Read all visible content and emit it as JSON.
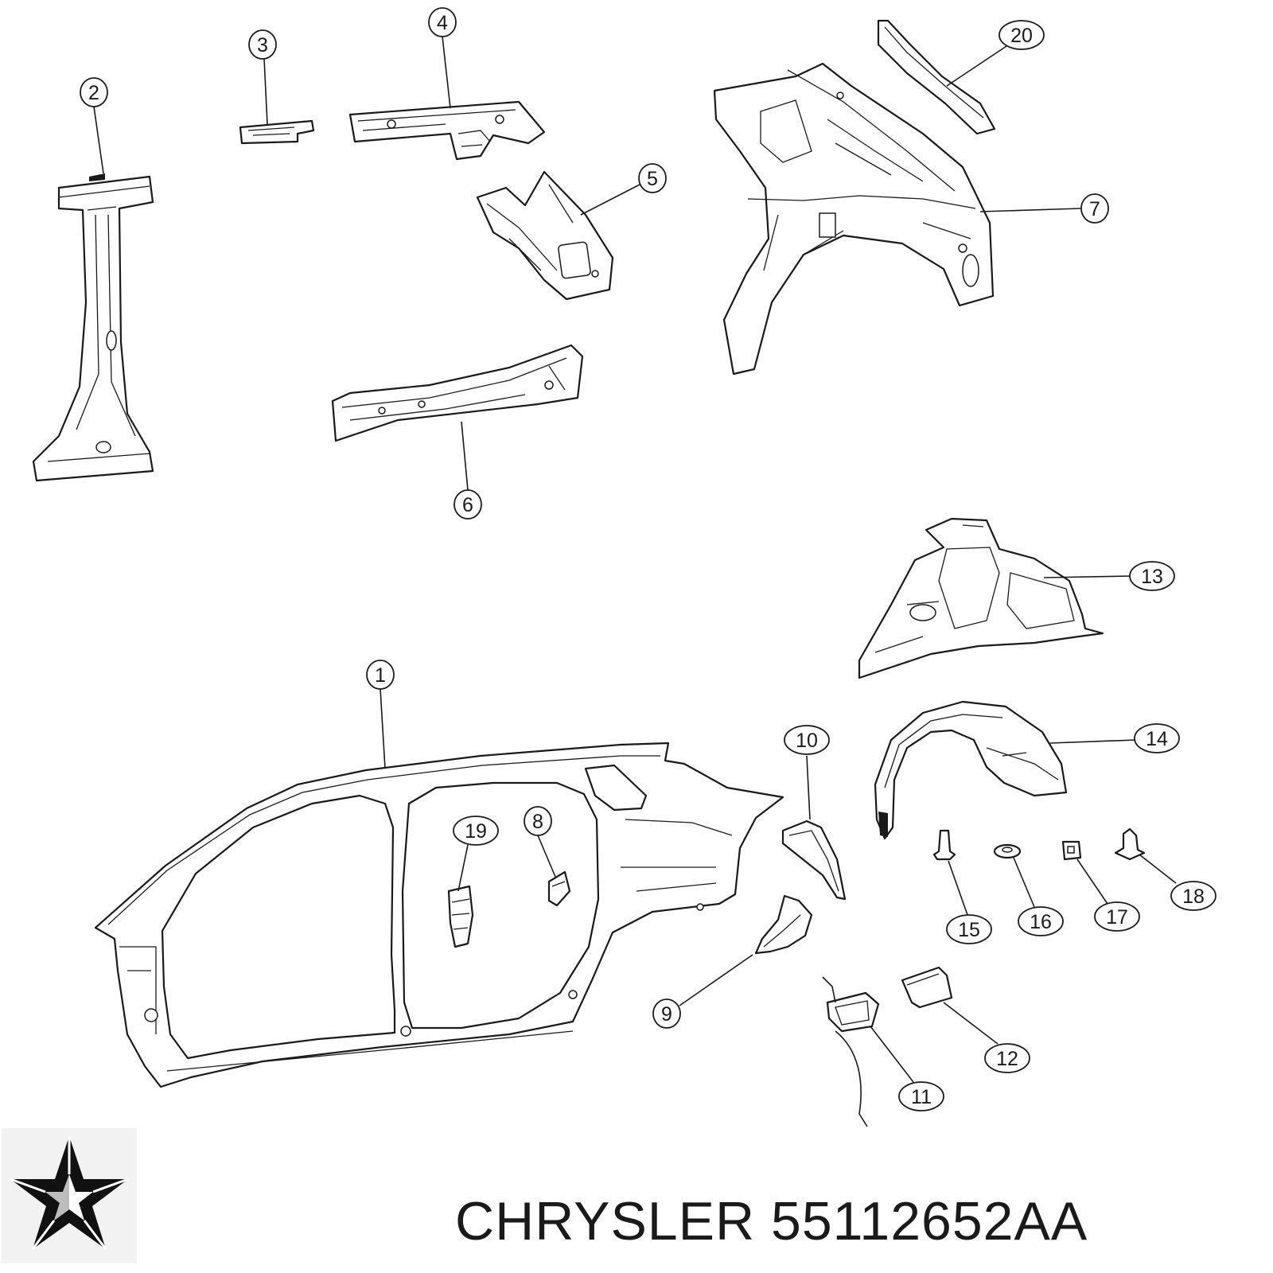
{
  "brand": {
    "name": "CHRYSLER",
    "part_number": "55112652AA",
    "logo_icon": "chrysler-pentastar-icon"
  },
  "callouts": [
    {
      "id": "1",
      "label": "1"
    },
    {
      "id": "2",
      "label": "2"
    },
    {
      "id": "3",
      "label": "3"
    },
    {
      "id": "4",
      "label": "4"
    },
    {
      "id": "5",
      "label": "5"
    },
    {
      "id": "6",
      "label": "6"
    },
    {
      "id": "7",
      "label": "7"
    },
    {
      "id": "8",
      "label": "8"
    },
    {
      "id": "9",
      "label": "9"
    },
    {
      "id": "10",
      "label": "10"
    },
    {
      "id": "11",
      "label": "11"
    },
    {
      "id": "12",
      "label": "12"
    },
    {
      "id": "13",
      "label": "13"
    },
    {
      "id": "14",
      "label": "14"
    },
    {
      "id": "15",
      "label": "15"
    },
    {
      "id": "16",
      "label": "16"
    },
    {
      "id": "17",
      "label": "17"
    },
    {
      "id": "18",
      "label": "18"
    },
    {
      "id": "19",
      "label": "19"
    },
    {
      "id": "20",
      "label": "20"
    }
  ]
}
